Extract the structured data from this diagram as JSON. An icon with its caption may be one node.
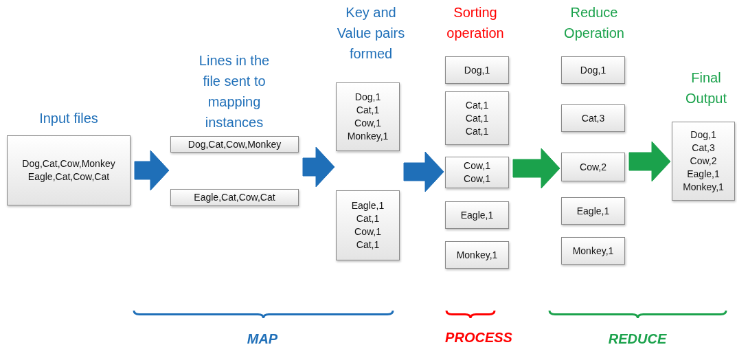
{
  "diagram": {
    "nodes": [
      {
        "text": [
          "Dog,Cat,Cow,Monkey",
          "Eagle,Cat,Cow,Cat"
        ]
      },
      {
        "text": [
          "Dog,Cat,Cow,Monkey"
        ]
      },
      {
        "text": [
          "Eagle,Cat,Cow,Cat"
        ]
      },
      {
        "text": [
          "Dog,1",
          "Cat,1",
          "Cow,1",
          "Monkey,1"
        ]
      },
      {
        "text": [
          "Eagle,1",
          "Cat,1",
          "Cow,1",
          "Cat,1"
        ]
      },
      {
        "text": [
          "Dog,1"
        ]
      },
      {
        "text": [
          "Cat,1",
          "Cat,1",
          "Cat,1"
        ]
      },
      {
        "text": [
          "Cow,1",
          "Cow,1"
        ]
      },
      {
        "text": [
          "Eagle,1"
        ]
      },
      {
        "text": [
          "Monkey,1"
        ]
      },
      {
        "text": [
          "Dog,1"
        ]
      },
      {
        "text": [
          "Cat,3"
        ]
      },
      {
        "text": [
          "Cow,2"
        ]
      },
      {
        "text": [
          "Eagle,1"
        ]
      },
      {
        "text": [
          "Monkey,1"
        ]
      },
      {
        "text": [
          "Dog,1",
          "Cat,3",
          "Cow,2",
          "Eagle,1",
          "Monkey,1"
        ]
      }
    ],
    "edges": [
      {
        "from": 0,
        "to": 1,
        "arrow": "to"
      },
      {
        "from": 0,
        "to": 2,
        "arrow": "to"
      },
      {
        "from": 1,
        "to": 3,
        "arrow": "to"
      },
      {
        "from": 2,
        "to": 4,
        "arrow": "to"
      },
      {
        "from": 3,
        "to": 7,
        "arrow": "to"
      },
      {
        "from": 4,
        "to": 7,
        "arrow": "to"
      },
      {
        "from": 7,
        "to": 12,
        "arrow": "to",
        "color": "#1ba24c"
      },
      {
        "from": 12,
        "to": 15,
        "arrow": "to",
        "color": "#1ba24c"
      }
    ],
    "labels": [
      "Key and Value pairs formed",
      "Sorting operation",
      "Reduce Operation",
      "Lines in the file sent to mapping instances",
      "Final Output",
      "Input files",
      "MAP",
      "PROCESS",
      "REDUCE"
    ]
  }
}
